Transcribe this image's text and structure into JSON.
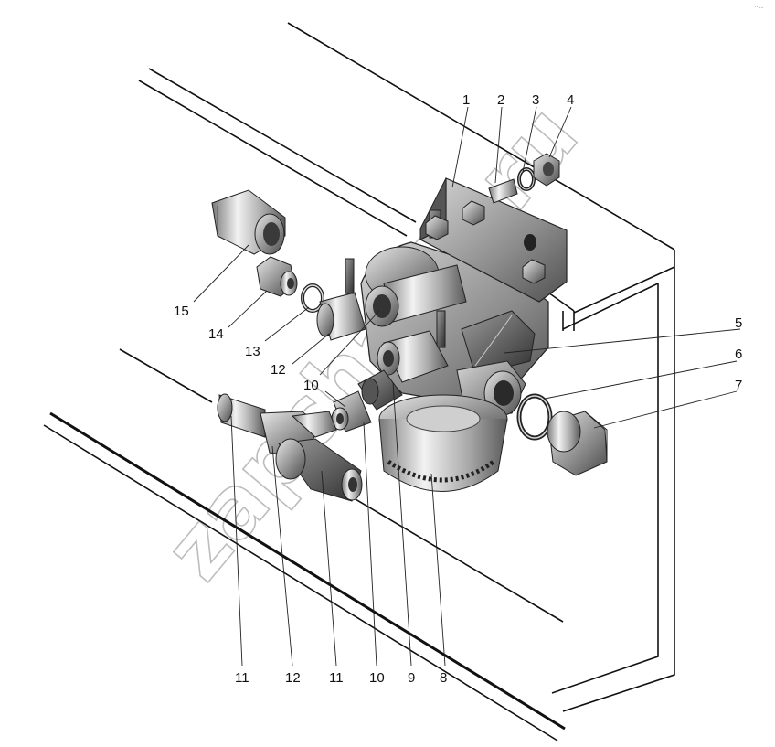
{
  "diagram": {
    "watermark": "zapchasti.ru",
    "corner_mark": "·· ...",
    "callouts": [
      {
        "id": "c1",
        "label": "1"
      },
      {
        "id": "c2",
        "label": "2"
      },
      {
        "id": "c3",
        "label": "3"
      },
      {
        "id": "c4",
        "label": "4"
      },
      {
        "id": "c5",
        "label": "5"
      },
      {
        "id": "c6",
        "label": "6"
      },
      {
        "id": "c7",
        "label": "7"
      },
      {
        "id": "c15",
        "label": "15"
      },
      {
        "id": "c14",
        "label": "14"
      },
      {
        "id": "c13",
        "label": "13"
      },
      {
        "id": "c12a",
        "label": "12"
      },
      {
        "id": "c10a",
        "label": "10"
      },
      {
        "id": "c11a",
        "label": "11"
      },
      {
        "id": "c12b",
        "label": "12"
      },
      {
        "id": "c11b",
        "label": "11"
      },
      {
        "id": "c10b",
        "label": "10"
      },
      {
        "id": "c9",
        "label": "9"
      },
      {
        "id": "c8",
        "label": "8"
      }
    ]
  }
}
